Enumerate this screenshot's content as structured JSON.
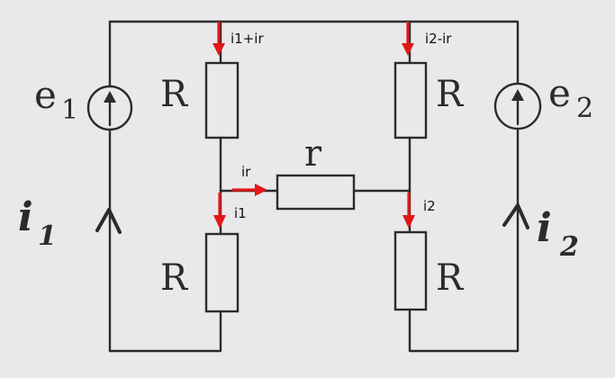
{
  "diagram": {
    "resistor_label": "R",
    "middle_resistor_label": "r",
    "sources": {
      "left": {
        "letter": "e",
        "index": "1"
      },
      "right": {
        "letter": "e",
        "index": "2"
      }
    },
    "handwritten_currents": {
      "left": {
        "letter": "i",
        "index": "1"
      },
      "right": {
        "letter": "i",
        "index": "2"
      }
    },
    "current_labels": {
      "top_left": "i1+ir",
      "top_right": "i2-ir",
      "middle": "ir",
      "lower_left": "i1",
      "lower_right": "i2"
    },
    "colors": {
      "wire": "#2b2b2e",
      "annotation_arrow": "#e01818",
      "paper": "#e9e9ec"
    }
  }
}
